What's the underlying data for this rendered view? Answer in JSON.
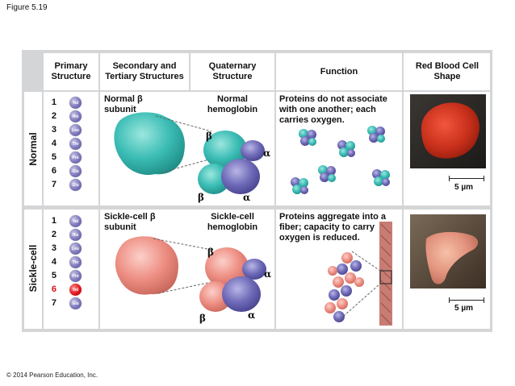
{
  "figure_label": "Figure 5.19",
  "copyright": "© 2014 Pearson Education, Inc.",
  "headers": {
    "primary": "Primary Structure",
    "secondary": "Secondary and Tertiary Structures",
    "quaternary": "Quaternary Structure",
    "function": "Function",
    "rbc": "Red Blood Cell Shape"
  },
  "rows": {
    "normal": {
      "label": "Normal",
      "sequence": [
        {
          "num": "1",
          "aa": "Val"
        },
        {
          "num": "2",
          "aa": "His"
        },
        {
          "num": "3",
          "aa": "Leu"
        },
        {
          "num": "4",
          "aa": "Thr"
        },
        {
          "num": "5",
          "aa": "Pro"
        },
        {
          "num": "6",
          "aa": "Glu"
        },
        {
          "num": "7",
          "aa": "Glu"
        }
      ],
      "subunit_label": "Normal β subunit",
      "quaternary_label": "Normal hemoglobin",
      "function_text": "Proteins do not associate with one another; each carries oxygen.",
      "scale": "5 µm"
    },
    "sickle": {
      "label": "Sickle-cell",
      "sequence": [
        {
          "num": "1",
          "aa": "Val"
        },
        {
          "num": "2",
          "aa": "His"
        },
        {
          "num": "3",
          "aa": "Leu"
        },
        {
          "num": "4",
          "aa": "Thr"
        },
        {
          "num": "5",
          "aa": "Pro"
        },
        {
          "num": "6",
          "aa": "Val"
        },
        {
          "num": "7",
          "aa": "Glu"
        }
      ],
      "subunit_label": "Sickle-cell β subunit",
      "quaternary_label": "Sickle-cell hemoglobin",
      "function_text": "Proteins aggregate into a fiber; capacity to carry oxygen is reduced.",
      "scale": "5 µm"
    }
  },
  "greek": {
    "beta": "β",
    "alpha": "α"
  },
  "colors": {
    "normal_protein": "#3bbdb5",
    "sickle_protein": "#ee8f84",
    "alpha_subunit": "#6f6bb8",
    "mutation": "#e2141c",
    "panel_gray": "#d4d5d7"
  }
}
